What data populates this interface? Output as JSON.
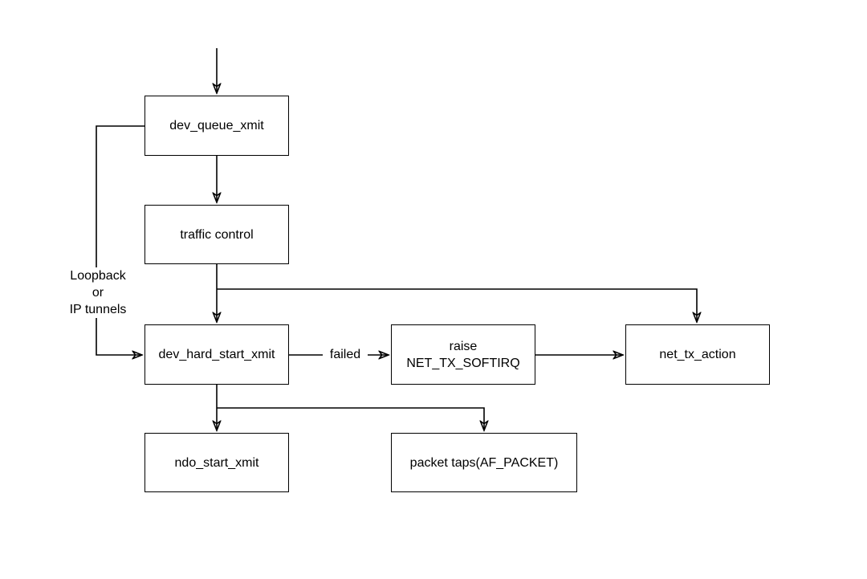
{
  "diagram": {
    "type": "flowchart",
    "background": "#ffffff",
    "node_fill": "#ffffff",
    "stroke_color": "#000000",
    "text_color": "#000000",
    "nodes": [
      {
        "id": "dev_queue_xmit",
        "label": "dev_queue_xmit"
      },
      {
        "id": "traffic_control",
        "label": "traffic control"
      },
      {
        "id": "dev_hard_start_xmit",
        "label": "dev_hard_start_xmit"
      },
      {
        "id": "raise_net_tx_softirq",
        "label": "raise\nNET_TX_SOFTIRQ"
      },
      {
        "id": "net_tx_action",
        "label": "net_tx_action"
      },
      {
        "id": "ndo_start_xmit",
        "label": "ndo_start_xmit"
      },
      {
        "id": "packet_taps",
        "label": "packet taps(AF_PACKET)"
      }
    ],
    "edge_labels": {
      "loopback": "Loopback\nor\nIP tunnels",
      "failed": "failed"
    },
    "edges": [
      {
        "from": "entry",
        "to": "dev_queue_xmit",
        "label": ""
      },
      {
        "from": "dev_queue_xmit",
        "to": "traffic_control",
        "label": ""
      },
      {
        "from": "traffic_control",
        "to": "dev_hard_start_xmit",
        "label": ""
      },
      {
        "from": "traffic_control",
        "to": "net_tx_action",
        "label": ""
      },
      {
        "from": "dev_queue_xmit",
        "to": "dev_hard_start_xmit",
        "label": "Loopback\nor\nIP tunnels"
      },
      {
        "from": "dev_hard_start_xmit",
        "to": "raise_net_tx_softirq",
        "label": "failed"
      },
      {
        "from": "raise_net_tx_softirq",
        "to": "net_tx_action",
        "label": ""
      },
      {
        "from": "dev_hard_start_xmit",
        "to": "ndo_start_xmit",
        "label": ""
      },
      {
        "from": "dev_hard_start_xmit",
        "to": "packet_taps",
        "label": ""
      }
    ]
  }
}
